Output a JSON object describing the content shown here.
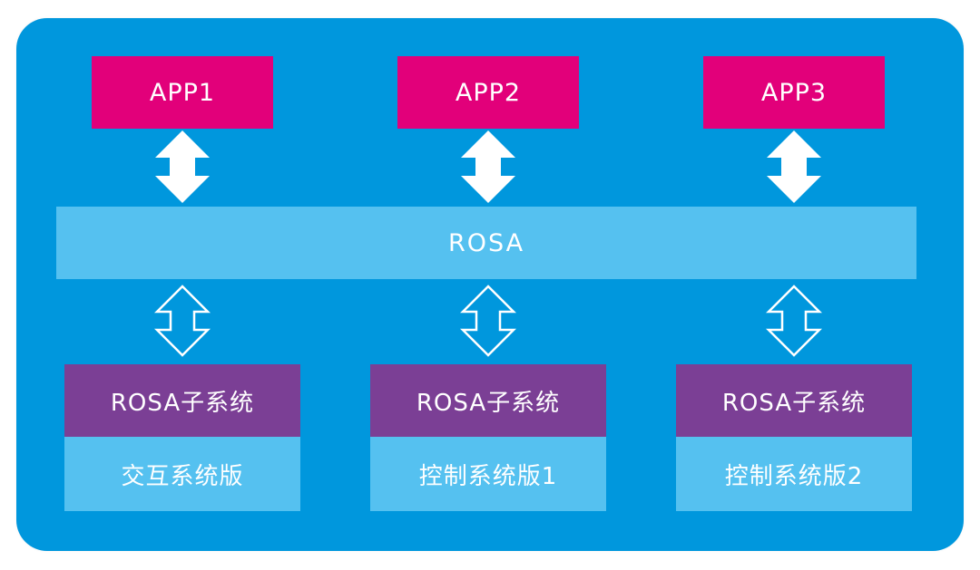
{
  "colors": {
    "panel": "#0097DD",
    "app": "#E2007A",
    "rosa": "#55C1F0",
    "subsystem": "#7B3F95",
    "variant": "#55C1F0",
    "arrow": "#FFFFFF"
  },
  "apps": [
    "APP1",
    "APP2",
    "APP3"
  ],
  "rosa_label": "ROSA",
  "subsystems": [
    {
      "title": "ROSA子系统",
      "variant": "交互系统版"
    },
    {
      "title": "ROSA子系统",
      "variant": "控制系统版1"
    },
    {
      "title": "ROSA子系统",
      "variant": "控制系统版2"
    }
  ],
  "icons": {
    "upper_arrows": "double-arrow-filled-icon",
    "lower_arrows": "double-arrow-outline-icon"
  }
}
